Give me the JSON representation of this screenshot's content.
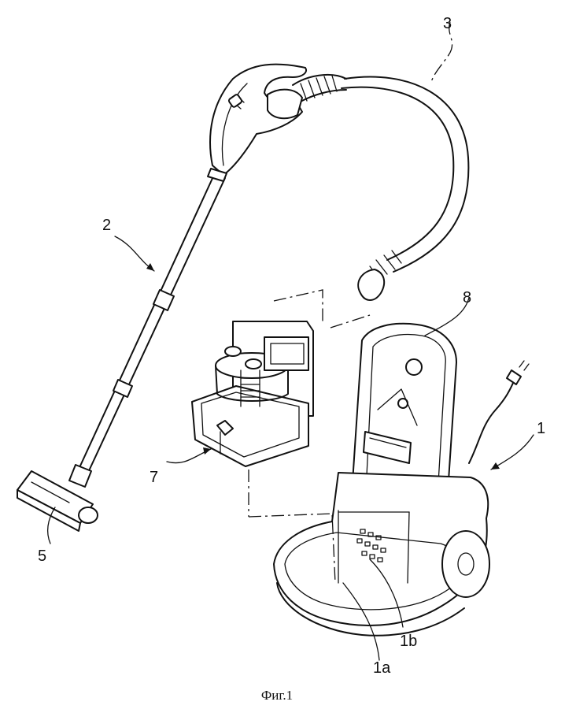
{
  "labels": {
    "l1": "1",
    "l1a": "1a",
    "l1b": "1b",
    "l2": "2",
    "l3": "3",
    "l5": "5",
    "l7": "7",
    "l8": "8"
  },
  "caption": "Фиг.1"
}
